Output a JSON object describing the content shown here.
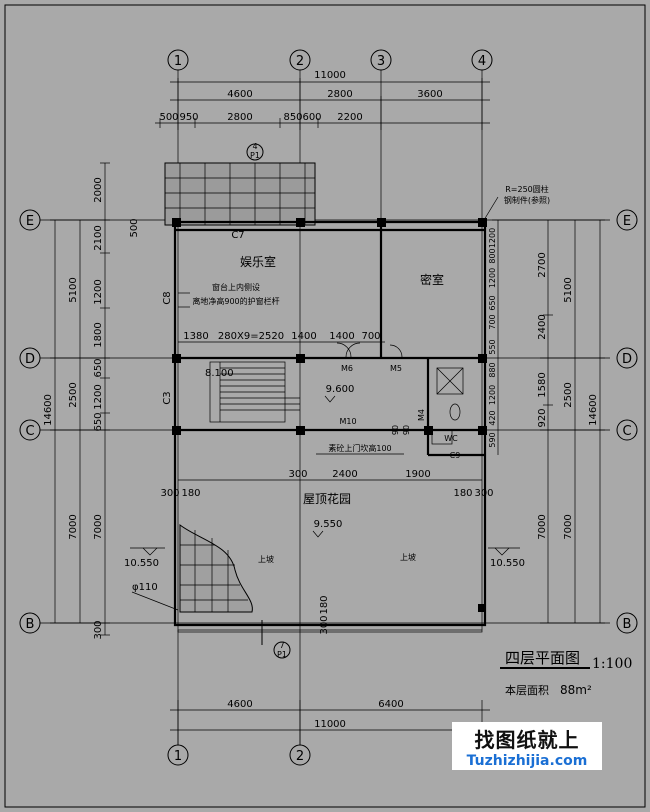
{
  "axes_top": [
    "1",
    "2",
    "3",
    "4"
  ],
  "axes_bottom": [
    "1",
    "2"
  ],
  "axes_left": [
    "E",
    "D",
    "C",
    "B"
  ],
  "axes_right": [
    "E",
    "D",
    "C",
    "B"
  ],
  "dims_top": {
    "total": "11000",
    "row1": [
      "4600",
      "2800",
      "3600"
    ],
    "row2": [
      "500",
      "950",
      "2800",
      "850",
      "600",
      "2200"
    ]
  },
  "dims_bottom": {
    "row1": [
      "4600",
      "6400"
    ],
    "total": "11000"
  },
  "dims_left": {
    "outer": "14600",
    "mid": [
      "5100",
      "2500",
      "7000"
    ],
    "inner": [
      "2000",
      "2100",
      "1200",
      "1800",
      "650",
      "1200",
      "650",
      "7000",
      "300"
    ],
    "small": [
      "500"
    ]
  },
  "dims_right": {
    "outer": "14600",
    "mid": [
      "5100",
      "2500",
      "7000"
    ],
    "inner": [
      "2700",
      "2400",
      "1580",
      "920",
      "7000"
    ],
    "strip": [
      "1200",
      "800",
      "1200",
      "650",
      "700",
      "550",
      "880",
      "1200",
      "420",
      "590"
    ]
  },
  "rooms": {
    "entertainment": "娱乐室",
    "secret": "密室",
    "garden": "屋顶花园"
  },
  "notes": {
    "window_note1": "窗台上内侧设",
    "window_note2": "离地净高900的护窗栏杆",
    "door_note": "素砼上门坎高100",
    "column_note1": "R=250圆柱",
    "column_note2": "钢制件(参照)"
  },
  "stair_dims": [
    "1380",
    "280X9=2520",
    "1400",
    "1400",
    "700"
  ],
  "garden_dims": [
    "300",
    "2400",
    "1900",
    "180",
    "300",
    "300",
    "180"
  ],
  "labels": {
    "c7": "C7",
    "c8": "C8",
    "c3": "C3",
    "m6": "M6",
    "m5": "M5",
    "m10": "M10",
    "m4": "M4",
    "c9": "C9",
    "wc": "WC",
    "lvl_stair": "8.100",
    "lvl_hall": "9.600",
    "lvl_garden": "9.550",
    "lvl_left": "10.550",
    "lvl_right": "10.550",
    "pipe": "φ110",
    "side_9": "90",
    "side_90": "90",
    "up1": "上坡",
    "up2": "上坡",
    "bottom_300": "300",
    "bottom_180": "180",
    "detail_top": "4",
    "detail_top_sub": "P1",
    "detail_bottom": "7",
    "detail_bottom_sub": "P1"
  },
  "title_block": {
    "title": "四层平面图",
    "scale": "1:100",
    "area_label": "本层面积",
    "area_value": "88m²"
  },
  "brand": {
    "cn": "找图纸就上",
    "en": "Tuzhizhijia.com"
  }
}
